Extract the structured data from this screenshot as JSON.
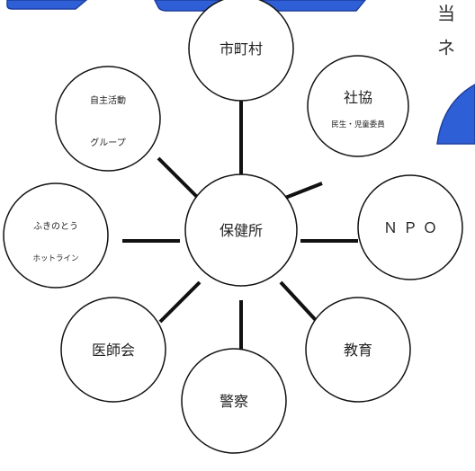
{
  "hub": {
    "label": "保健所"
  },
  "nodes": [
    {
      "id": "shichoson",
      "lines": [
        "市町村"
      ]
    },
    {
      "id": "shakyo",
      "lines": [
        "社協",
        "民生・児童委員"
      ]
    },
    {
      "id": "npo",
      "lines": [
        "ＮＰＯ"
      ]
    },
    {
      "id": "kyoiku",
      "lines": [
        "教育"
      ]
    },
    {
      "id": "keisatsu",
      "lines": [
        "警察"
      ]
    },
    {
      "id": "ishikai",
      "lines": [
        "医師会"
      ]
    },
    {
      "id": "fukinotou",
      "lines": [
        "ふきのとう",
        "ホットライン"
      ]
    },
    {
      "id": "jishu",
      "lines": [
        "自主活動",
        "グループ"
      ]
    }
  ],
  "cut_text": {
    "line1": "当",
    "line2": "ネ"
  },
  "colors": {
    "ink": "#222222",
    "accent_blue": "#2f5fd6",
    "accent_blue_dark": "#1d3f9e"
  }
}
